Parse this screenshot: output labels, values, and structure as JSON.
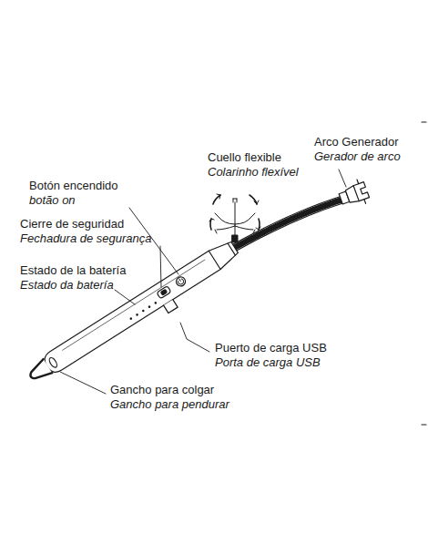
{
  "diagram": {
    "labels": [
      "Cuello flexible",
      "Colarinho flexível",
      "Arco Generador",
      "Gerador de arco",
      "Botón encendido",
      "botão on",
      "Cierre de seguridad",
      "Fechadura de segurança",
      "Estado de la batería",
      "Estado da batería",
      "Puerto de carga USB",
      "Porta de carga USB",
      "Gancho para colgar",
      "Gancho para pendurar"
    ]
  }
}
